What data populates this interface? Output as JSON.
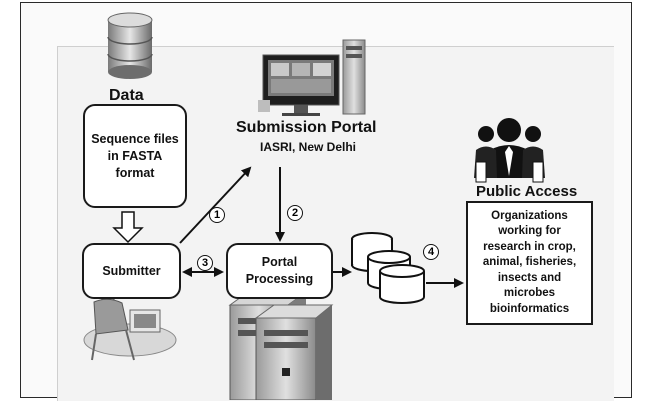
{
  "data_label": "Data",
  "sequence_box": "Sequence files in FASTA format",
  "submission_portal": {
    "title": "Submission Portal",
    "subtitle": "IASRI, New Delhi"
  },
  "public_access": {
    "title": "Public Access",
    "box_text": "Organizations working for research in crop, animal, fisheries, insects and microbes bioinformatics"
  },
  "submitter_label": "Submitter",
  "portal_processing": "Portal Processing",
  "steps": [
    "1",
    "2",
    "3",
    "4"
  ],
  "icons": [
    "database-icon",
    "computer-monitor-icon",
    "server-tower-icon",
    "person-at-desk-icon",
    "public-people-icon",
    "database-stack-icon"
  ]
}
